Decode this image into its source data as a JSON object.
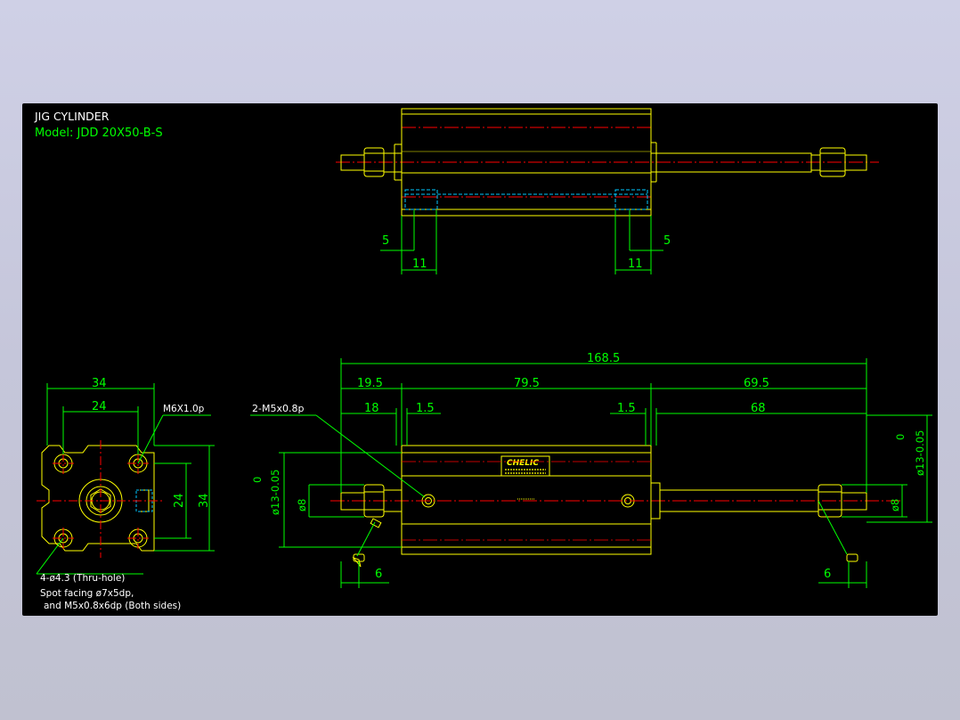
{
  "title": {
    "line1": "JIG CYLINDER",
    "line2": "Model: JDD 20X50-B-S"
  },
  "top_view": {
    "dims": {
      "left_small": "5",
      "left_large": "11",
      "right_small": "5",
      "right_large": "11"
    }
  },
  "end_view": {
    "dims": {
      "width_outer": "34",
      "width_inner": "24",
      "height_inner": "24",
      "height_outer": "34"
    },
    "thread_label": "M6X1.0p",
    "hole_label": "4-ø4.3 (Thru-hole)",
    "spot_note1": "Spot facing ø7x5dp,",
    "spot_note2": "and M5x0.8x6dp (Both sides)"
  },
  "side_view": {
    "dims": {
      "overall": "168.5",
      "left_offset": "19.5",
      "body_length": "79.5",
      "right_offset": "69.5",
      "left_rod": "18",
      "left_gap": "1.5",
      "right_gap": "1.5",
      "right_rod": "68",
      "port_label": "2-M5x0.8p",
      "tol_left_upper": "0",
      "tol_left_lower": "ø13-0.05",
      "rod_left": "ø8",
      "tol_right_upper": "0",
      "tol_right_lower": "ø13-0.05",
      "rod_right": "ø8",
      "bottom_left": "6",
      "bottom_right": "6"
    },
    "plate_brand": "CHELIC",
    "colors": {
      "outline": "#ffff00",
      "center": "#ff0000",
      "dimension": "#00ff00",
      "hidden": "#00c8ff",
      "text": "#ffffff"
    }
  }
}
